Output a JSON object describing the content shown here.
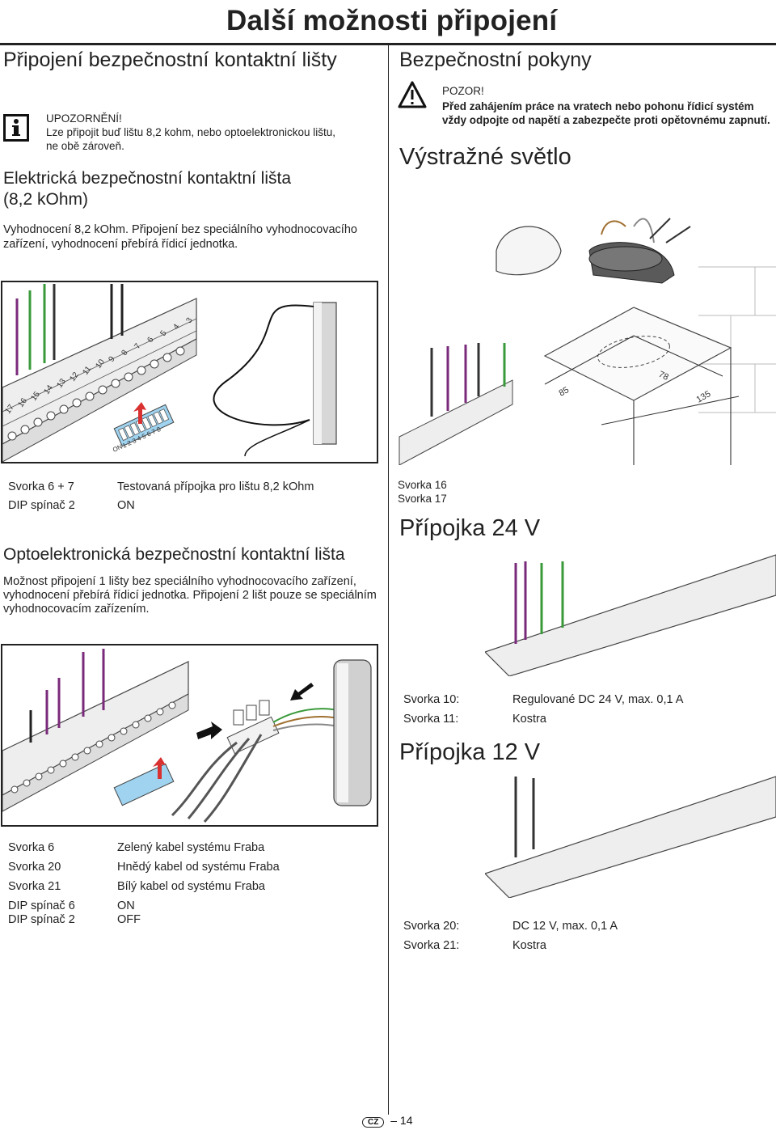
{
  "header": {
    "title": "Další možnosti připojení"
  },
  "left": {
    "section1_title": "Připojení bezpečnostní kontaktní lišty",
    "notice_label": "UPOZORNĚNÍ!",
    "notice_text1": "Lze připojit buď lištu 8,2 kohm, nebo optoelektronickou lištu,",
    "notice_text2": "ne obě zároveň.",
    "sub1_line1": "Elektrická bezpečnostní kontaktní lišta",
    "sub1_line2": "(8,2 kOhm)",
    "desc1_line1": "Vyhodnocení 8,2 kOhm. Připojení bez speciálního vyhodnocovacího",
    "desc1_line2": "zařízení, vyhodnocení přebírá řídicí jednotka.",
    "table1": [
      {
        "key": "Svorka 6 + 7",
        "value": "Testovaná přípojka pro lištu 8,2 kOhm"
      },
      {
        "key": "DIP spínač 2",
        "value": "ON"
      }
    ],
    "sub2_title": "Optoelektronická bezpečnostní kontaktní lišta",
    "desc2_line1": "Možnost připojení 1 lišty bez speciálního vyhodnocovacího zařízení,",
    "desc2_line2": "vyhodnocení přebírá řídicí jednotka. Připojení 2 lišt pouze se speciálním",
    "desc2_line3": "vyhodnocovacím zařízením.",
    "table2": [
      {
        "key": "Svorka 6",
        "value": "Zelený kabel systému Fraba"
      },
      {
        "key": "Svorka 20",
        "value": "Hnědý kabel od systému Fraba"
      },
      {
        "key": "Svorka 21",
        "value": "Bílý kabel od systému Fraba"
      },
      {
        "key": "DIP spínač 6",
        "value": "ON"
      },
      {
        "key": "DIP spínač 2",
        "value": "OFF"
      }
    ]
  },
  "right": {
    "safety_title": "Bezpečnostní pokyny",
    "warning_label": "POZOR!",
    "warning_text1": "Před zahájením práce na vratech nebo pohonu řídicí systém",
    "warning_text2": "vždy odpojte od napětí a zabezpečte proti opětovnému zapnutí.",
    "lamp_title": "Výstražné světlo",
    "lamp_terms1": "Svorka 16",
    "lamp_terms2": "Svorka 17",
    "conn24_title": "Přípojka 24 V",
    "table24": [
      {
        "key": "Svorka 10:",
        "value": "Regulované DC 24 V, max. 0,1 A"
      },
      {
        "key": "Svorka 11:",
        "value": "Kostra"
      }
    ],
    "conn12_title": "Přípojka 12 V",
    "table12": [
      {
        "key": "Svorka 20:",
        "value": "DC 12 V, max. 0,1 A"
      },
      {
        "key": "Svorka 21:",
        "value": "Kostra"
      }
    ],
    "dims": [
      "85",
      "78",
      "135"
    ]
  },
  "dip": {
    "on_label": "ON",
    "numbers": "1 2 3 4 5 6 7 8"
  },
  "terminals_a": [
    "17",
    "16",
    "15",
    "14",
    "13",
    "12",
    "11",
    "10",
    "9",
    "8",
    "7",
    "6",
    "5",
    "4",
    "3"
  ],
  "footer": {
    "lang": "CZ",
    "page": "14"
  }
}
